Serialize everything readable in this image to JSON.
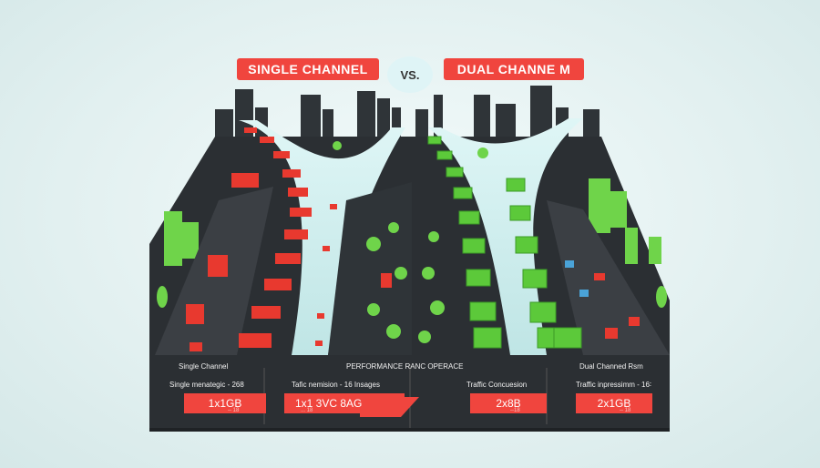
{
  "header": {
    "left_title": "SINGLE CHANNEL",
    "vs": "VS.",
    "right_title": "DUAL CHANNE M"
  },
  "panel": {
    "left_heading": "Single Channel",
    "right_heading": "Dual Channed Rsm",
    "center_heading": "PERFORMANCE RANC OPERACE",
    "left_sub": "Single menategic - 268",
    "center_left_sub": "Tafic nemision - 16 Insages",
    "center_right_sub": "Traffic Concuesion",
    "right_sub": "Traffic inpressimm - 16∶",
    "cards": [
      {
        "label": "1x1GB",
        "sub": "-- 18"
      },
      {
        "label": "1x1       3VC        8AG",
        "sub": "... 18"
      },
      {
        "label": "2x8B",
        "sub": "--18"
      },
      {
        "label": "2x1GB",
        "sub": "-- 18"
      }
    ]
  },
  "colors": {
    "accent_red": "#f0453e",
    "accent_green": "#6fd44a",
    "panel_dark": "#2b2f33",
    "road_light": "#cfeeee",
    "building_dark": "#2f3438"
  }
}
